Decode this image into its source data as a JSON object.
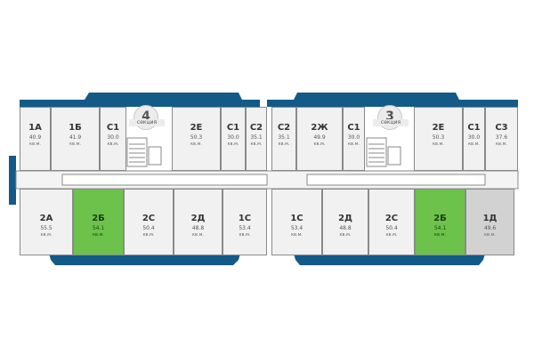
{
  "colors": {
    "frame": "#135a88",
    "available": "#6cc24a",
    "sold": "#d2d2d2",
    "default": "#f1f1f1"
  },
  "sections": [
    {
      "number": "4",
      "label": "секция"
    },
    {
      "number": "3",
      "label": "секция"
    }
  ],
  "apartments_top": [
    {
      "code": "1А",
      "area": "40.9",
      "unit": "кв.м.",
      "status": "default"
    },
    {
      "code": "1Б",
      "area": "41.9",
      "unit": "кв.м.",
      "status": "default"
    },
    {
      "code": "С1",
      "area": "30.0",
      "unit": "кв.м.",
      "status": "default"
    },
    {
      "code": "2Е",
      "area": "50.3",
      "unit": "кв.м.",
      "status": "default"
    },
    {
      "code": "С1",
      "area": "30.0",
      "unit": "кв.м.",
      "status": "default"
    },
    {
      "code": "С2",
      "area": "35.1",
      "unit": "кв.м.",
      "status": "default"
    },
    {
      "code": "С2",
      "area": "35.1",
      "unit": "кв.м.",
      "status": "default"
    },
    {
      "code": "2Ж",
      "area": "49.9",
      "unit": "кв.м.",
      "status": "default"
    },
    {
      "code": "С1",
      "area": "30.0",
      "unit": "кв.м.",
      "status": "default"
    },
    {
      "code": "2Е",
      "area": "50.3",
      "unit": "кв.м.",
      "status": "default"
    },
    {
      "code": "С1",
      "area": "30.0",
      "unit": "кв.м.",
      "status": "default"
    },
    {
      "code": "С3",
      "area": "37.6",
      "unit": "кв.м.",
      "status": "default"
    }
  ],
  "apartments_bottom": [
    {
      "code": "2А",
      "area": "55.5",
      "unit": "кв.м.",
      "status": "default"
    },
    {
      "code": "2Б",
      "area": "54.1",
      "unit": "кв.м.",
      "status": "available"
    },
    {
      "code": "2С",
      "area": "50.4",
      "unit": "кв.м.",
      "status": "default"
    },
    {
      "code": "2Д",
      "area": "48.8",
      "unit": "кв.м.",
      "status": "default"
    },
    {
      "code": "1С",
      "area": "53.4",
      "unit": "кв.м.",
      "status": "default"
    },
    {
      "code": "1С",
      "area": "53.4",
      "unit": "кв.м.",
      "status": "default"
    },
    {
      "code": "2Д",
      "area": "48.8",
      "unit": "кв.м.",
      "status": "default"
    },
    {
      "code": "2С",
      "area": "50.4",
      "unit": "кв.м.",
      "status": "default"
    },
    {
      "code": "2Б",
      "area": "54.1",
      "unit": "кв.м.",
      "status": "available"
    },
    {
      "code": "1Д",
      "area": "49.6",
      "unit": "кв.м.",
      "status": "sold"
    }
  ]
}
